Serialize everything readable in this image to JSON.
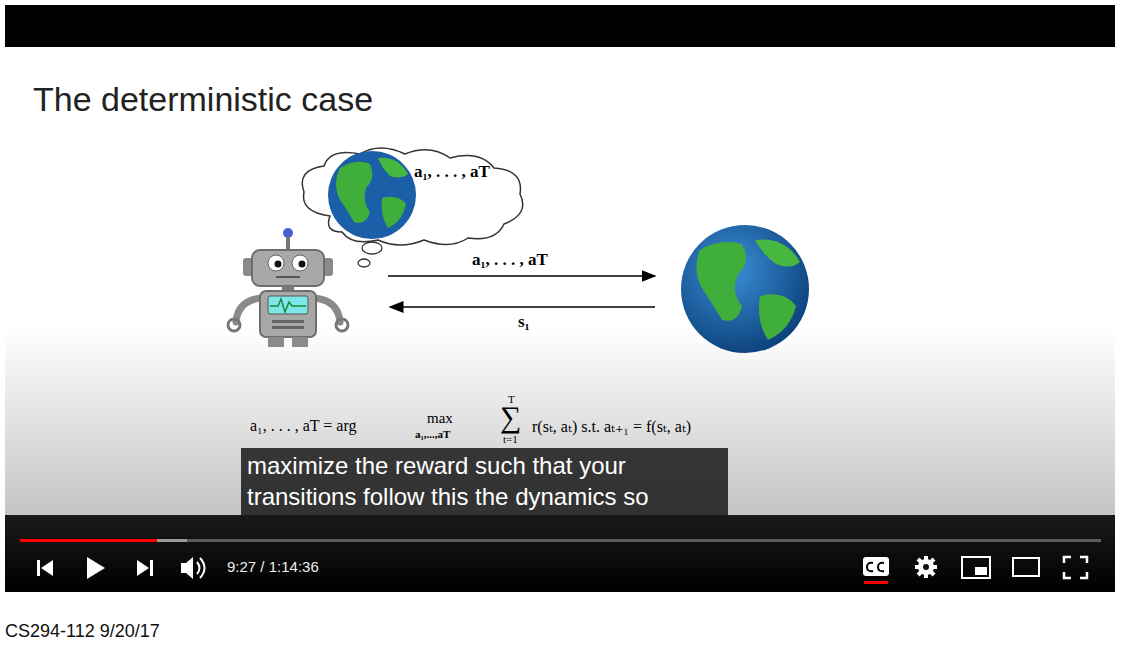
{
  "diagram": {
    "title": "The deterministic case",
    "nodes": [
      {
        "text": [
          "a₁, . . . , aT"
        ]
      },
      {
        "text": [
          "maximize the reward such that your transitions follow this the dynamics so"
        ]
      }
    ],
    "labels": [
      "a₁, . . . , aT",
      "s₁",
      "a₁, . . . , aT = arg",
      "max",
      "a₁,...,aT",
      "T",
      "∑",
      "t=1",
      "r(sₜ, aₜ) s.t. aₜ₊₁ = f(sₜ, aₜ)",
      "9:27 / 1:14:36",
      "CS294-112 9/20/17"
    ]
  }
}
